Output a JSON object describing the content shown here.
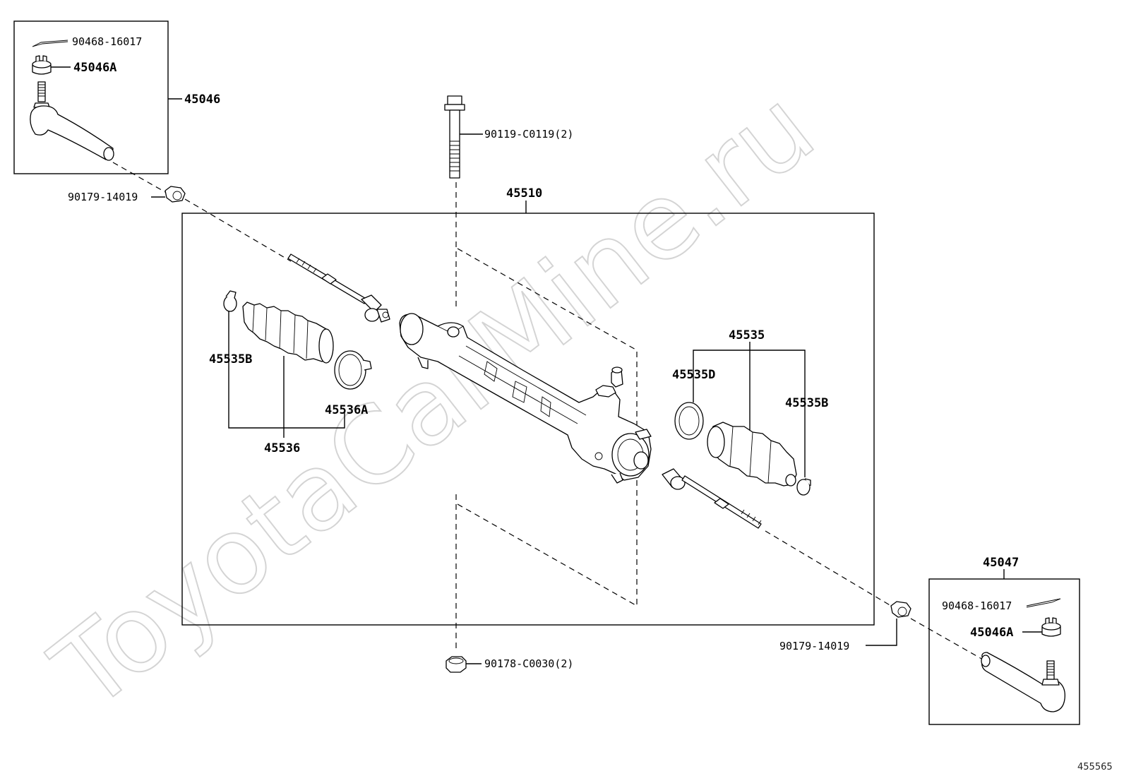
{
  "watermark": "ToyotaCarMine.ru",
  "diagram_code": "455565",
  "labels": {
    "p90468_16017_left": "90468-16017",
    "p45046A_left": "45046A",
    "p45046": "45046",
    "p90179_14019_left": "90179-14019",
    "p90119_C0119": "90119-C0119(2)",
    "p45510": "45510",
    "p45535B_left": "45535B",
    "p45536A": "45536A",
    "p45536": "45536",
    "p45535": "45535",
    "p45535D": "45535D",
    "p45535B_right": "45535B",
    "p45047": "45047",
    "p90468_16017_right": "90468-16017",
    "p45046A_right": "45046A",
    "p90179_14019_right": "90179-14019",
    "p90178_C0030": "90178-C0030(2)"
  }
}
